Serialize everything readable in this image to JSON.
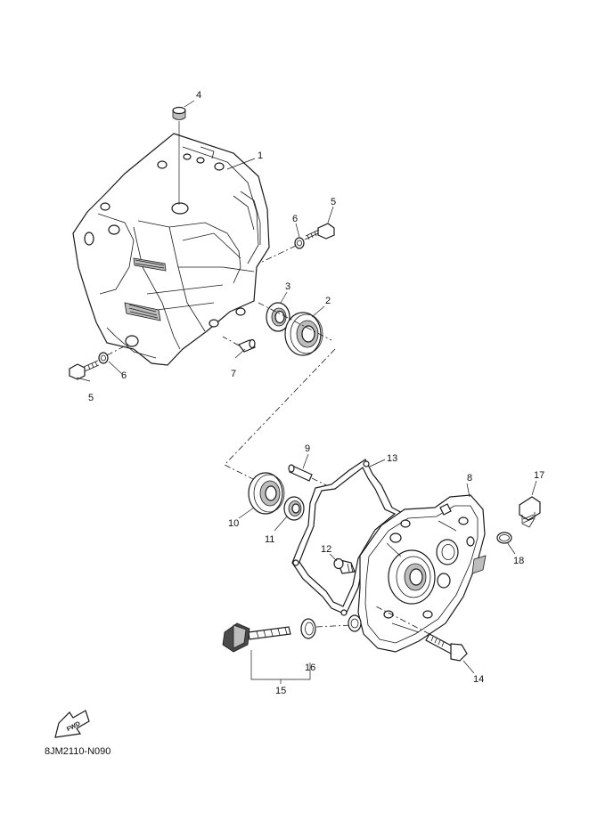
{
  "diagram": {
    "drawing_code": "8JM2110-N090",
    "fwd_label": "FWD",
    "callouts": [
      "1",
      "2",
      "3",
      "4",
      "5",
      "5",
      "6",
      "6",
      "7",
      "8",
      "9",
      "10",
      "11",
      "12",
      "13",
      "14",
      "15",
      "16",
      "17",
      "18"
    ]
  }
}
